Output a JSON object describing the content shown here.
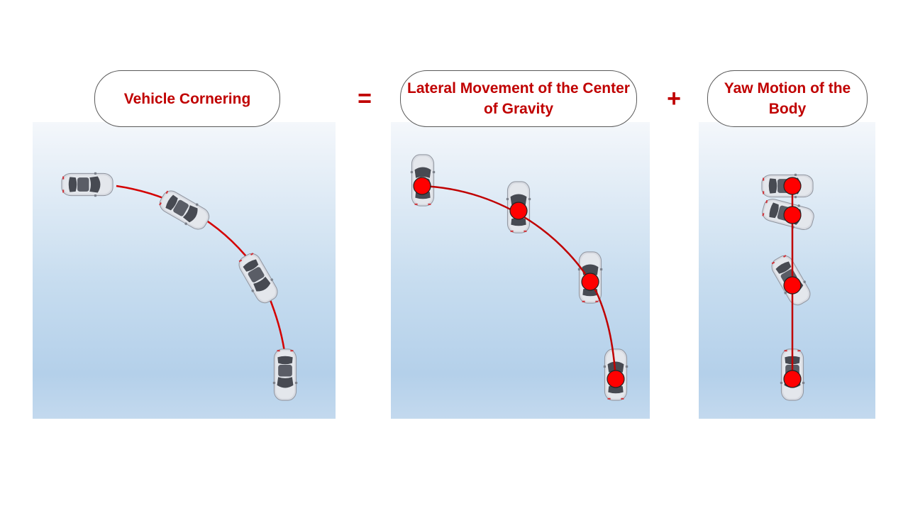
{
  "labels": {
    "vehicle_cornering": "Vehicle Cornering",
    "lateral_movement": "Lateral Movement of the Center of Gravity",
    "yaw_motion": "Yaw Motion of the Body"
  },
  "operators": {
    "equals": "=",
    "plus": "+"
  },
  "colors": {
    "accent_red": "#c00000",
    "trajectory_red": "#d40000",
    "cg_marker_red": "#ff0000",
    "pill_border": "#595959",
    "car_body": "#d9dce3",
    "car_glass": "#4a4d55"
  }
}
